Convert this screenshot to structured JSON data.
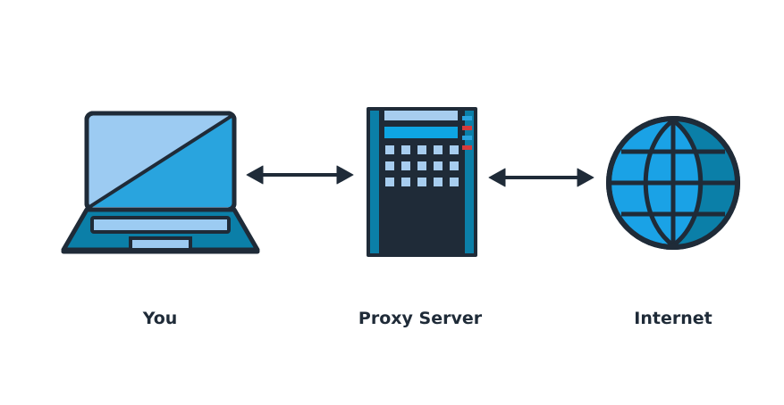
{
  "nodes": [
    {
      "id": "you",
      "label": "You",
      "icon": "laptop-icon"
    },
    {
      "id": "proxy",
      "label": "Proxy Server",
      "icon": "server-icon"
    },
    {
      "id": "internet",
      "label": "Internet",
      "icon": "globe-icon"
    }
  ],
  "connections": [
    {
      "from": "you",
      "to": "proxy",
      "direction": "both"
    },
    {
      "from": "proxy",
      "to": "internet",
      "direction": "both"
    }
  ],
  "colors": {
    "outline": "#1f2b38",
    "light_blue": "#9ccbf2",
    "mid_blue": "#29a4de",
    "teal_blue": "#0b7fa8",
    "bright_blue": "#1aa2e6",
    "server_screen": "#0ea5e3",
    "server_button": "#a7cdef",
    "indicator_red": "#d63a3a"
  }
}
